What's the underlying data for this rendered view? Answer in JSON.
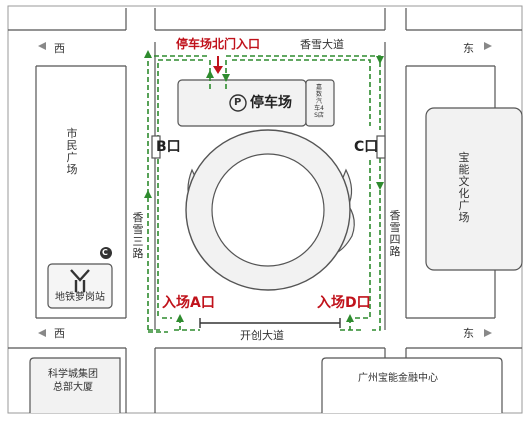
{
  "roads": {
    "north_road": "香雪大道",
    "south_road": "开创大道",
    "west_road": "香雪三路",
    "east_road": "香雪四路",
    "dir_west": "西",
    "dir_east": "东"
  },
  "landmarks": {
    "west_plaza": "市民广场",
    "east_plaza": "宝能文化广场",
    "metro_station": "地铁萝岗站",
    "sw_building": "科学城集团\n总部大厦",
    "se_building": "广州宝能金融中心",
    "dealer": "嘉数汽车4S店",
    "parking_title": "停车场",
    "parking_symbol": "P"
  },
  "entrances": {
    "parking_north": "停车场北门入口",
    "gate_b": "B口",
    "gate_c": "C口",
    "entry_a": "入场A口",
    "entry_d": "入场D口"
  },
  "metro_badge": "C",
  "colors": {
    "route_green": "#2e8b2e",
    "entrance_red": "#c0121b",
    "line_gray": "#555555",
    "block_fill": "#f2f2f2"
  }
}
